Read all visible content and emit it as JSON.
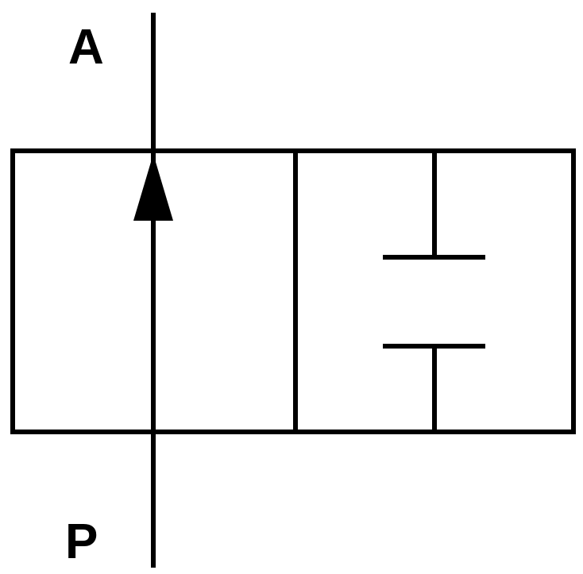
{
  "diagram": {
    "type": "2/2 directional control valve symbol",
    "ports": {
      "top": "A",
      "bottom": "P"
    },
    "stroke_color": "#000000",
    "background_color": "#ffffff"
  }
}
